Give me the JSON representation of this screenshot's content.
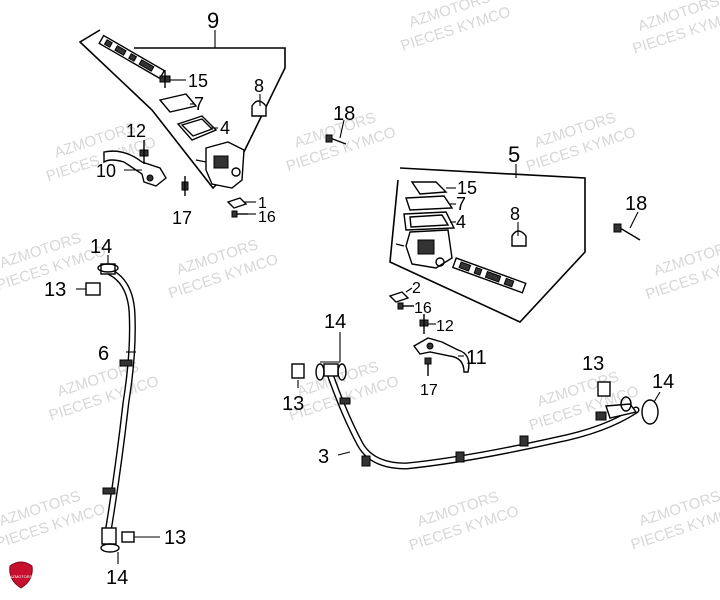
{
  "watermark": {
    "line1": "AZMOTORS",
    "line2": "PIECES KYMCO"
  },
  "callouts": {
    "n1": "1",
    "n2": "2",
    "n3": "3",
    "n4": "4",
    "n5": "5",
    "n6": "6",
    "n7": "7",
    "n8": "8",
    "n9": "9",
    "n10": "10",
    "n11": "11",
    "n12": "12",
    "n13": "13",
    "n14": "14",
    "n15": "15",
    "n16": "16",
    "n17": "17",
    "n18": "18"
  },
  "logo": {
    "text": "AZMOTORS",
    "color": "#c8102e"
  }
}
